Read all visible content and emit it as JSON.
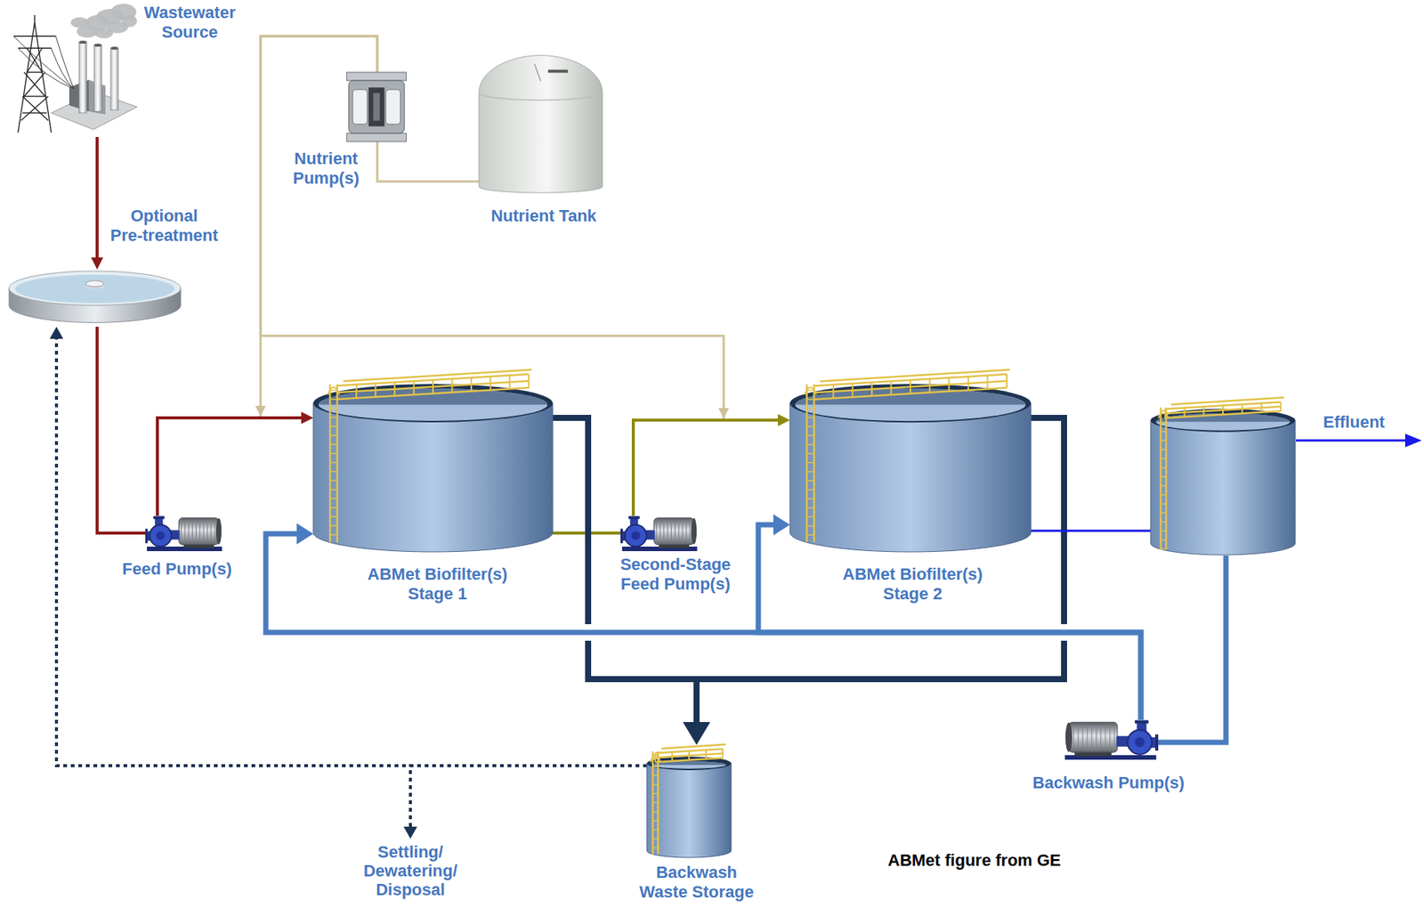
{
  "diagram": {
    "nodes": [
      {
        "text": [
          "Wastewater Source"
        ]
      },
      {
        "text": [
          "Optional Pre-treatment"
        ]
      },
      {
        "text": [
          "Nutrient Pump(s)"
        ]
      },
      {
        "text": [
          "Nutrient Tank"
        ]
      },
      {
        "text": [
          "Feed Pump(s)"
        ]
      },
      {
        "text": [
          "ABMet Biofilter(s) Stage 1"
        ]
      },
      {
        "text": [
          "Second-Stage Feed Pump(s)"
        ]
      },
      {
        "text": [
          "ABMet Biofilter(s) Stage 2"
        ]
      },
      {
        "text": [
          "Effluent"
        ]
      },
      {
        "text": [
          "Backwash Pump(s)"
        ]
      },
      {
        "text": [
          "Backwash Waste Storage"
        ]
      },
      {
        "text": [
          "Settling/ Dewatering/ Disposal"
        ]
      }
    ],
    "edges": [
      {
        "from": 0,
        "to": 1,
        "arrow": "to"
      },
      {
        "from": 1,
        "to": 4,
        "arrow": "none"
      },
      {
        "from": 4,
        "to": 5,
        "arrow": "to"
      },
      {
        "from": 3,
        "to": 2,
        "arrow": "none"
      },
      {
        "from": 2,
        "to": 5,
        "arrow": "to"
      },
      {
        "from": 2,
        "to": 7,
        "arrow": "to"
      },
      {
        "from": 5,
        "to": 6,
        "arrow": "none"
      },
      {
        "from": 6,
        "to": 7,
        "arrow": "to"
      },
      {
        "from": 7,
        "to": 8,
        "arrow": "none"
      },
      {
        "from": 8,
        "to": 9,
        "arrow": "none"
      },
      {
        "from": 9,
        "to": 5,
        "arrow": "to"
      },
      {
        "from": 9,
        "to": 7,
        "arrow": "to"
      },
      {
        "from": 5,
        "to": 10,
        "arrow": "to"
      },
      {
        "from": 7,
        "to": 10,
        "arrow": "to"
      },
      {
        "from": 10,
        "to": 1,
        "arrow": "to"
      },
      {
        "from": 10,
        "to": 11,
        "arrow": "to"
      }
    ],
    "labels": [
      "ABMet figure from GE"
    ]
  }
}
